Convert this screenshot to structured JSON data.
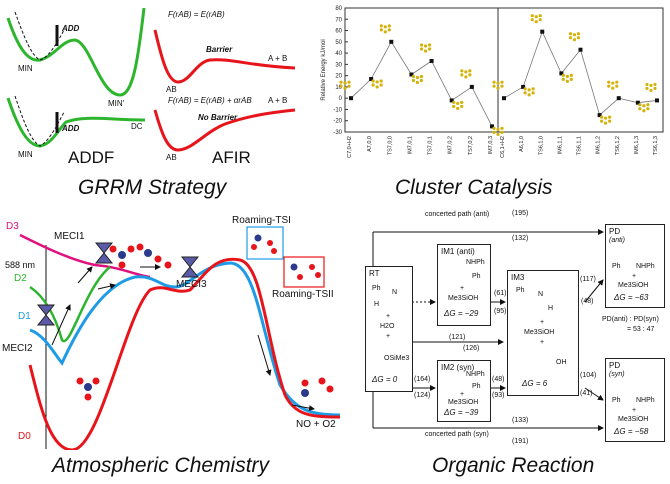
{
  "captions": {
    "grrm": "GRRM Strategy",
    "cluster": "Cluster Catalysis",
    "atmos": "Atmospheric Chemistry",
    "organic": "Organic Reaction"
  },
  "addf": {
    "title": "ADDF",
    "add": "ADD",
    "min": "MIN",
    "min_prime": "MIN'",
    "dc": "DC"
  },
  "afir": {
    "title": "AFIR",
    "eq1": "F(rAB) = E(rAB)",
    "eq2": "F(rAB) = E(rAB) + αrAB",
    "barrier": "Barrier",
    "no_barrier": "No Barrier",
    "ab": "AB",
    "a_plus_b": "A + B"
  },
  "cluster": {
    "ylabel": "Relative Energy kJ/mol",
    "yticks": [
      "80",
      "70",
      "60",
      "50",
      "40",
      "30",
      "20",
      "10",
      "0",
      "-10",
      "-20",
      "-30"
    ],
    "xticks_left": [
      "C7,0+H2",
      "A7,0,0",
      "TS7,0,0",
      "IM7,0,1",
      "TS7,0,1",
      "IM7,0,2",
      "TS7,0,2",
      "IM7,0,3"
    ],
    "xticks_right": [
      "C6,1+H2",
      "A6,1,0",
      "TS6,1,0",
      "IM6,1,1",
      "TS6,1,1",
      "IM6,1,2",
      "TS6,1,2",
      "IM6,1,3",
      "TS6,1,3"
    ]
  },
  "chart_data": {
    "type": "line",
    "ylabel": "Relative Energy kJ/mol",
    "ylim": [
      -30,
      80
    ],
    "series": [
      {
        "categories": [
          "C7,0+H2",
          "A7,0,0",
          "TS7,0,0",
          "IM7,0,1",
          "TS7,0,1",
          "IM7,0,2",
          "TS7,0,2",
          "IM7,0,3"
        ],
        "values": [
          0,
          17,
          50,
          21,
          33,
          -2,
          10,
          -25
        ]
      },
      {
        "categories": [
          "C6,1+H2",
          "A6,1,0",
          "TS6,1,0",
          "IM6,1,1",
          "TS6,1,1",
          "IM6,1,2",
          "TS6,1,2",
          "IM6,1,3",
          "TS6,1,3"
        ],
        "values": [
          0,
          10,
          59,
          22,
          43,
          -15,
          0,
          -4,
          -2
        ]
      }
    ]
  },
  "atmos": {
    "d3": "D3",
    "d2": "D2",
    "d1": "D1",
    "d0": "D0",
    "meci1": "MECI1",
    "meci2": "MECI2",
    "meci3": "MECI3",
    "nm": "588 nm",
    "roaming_tsi": "Roaming-TSI",
    "roaming_tsii": "Roaming-TSII",
    "products": "NO + O2"
  },
  "organic": {
    "concerted_anti": "concerted path (anti)",
    "concerted_syn": "concerted path (syn)",
    "e195": "(195)",
    "e132": "(132)",
    "e133": "(133)",
    "e191": "(191)",
    "e61": "(61)",
    "e95": "(95)",
    "e121": "(121)",
    "e126": "(126)",
    "e117": "(117)",
    "e48a": "(48)",
    "e164": "(164)",
    "e124": "(124)",
    "e48b": "(48)",
    "e93": "(93)",
    "e104": "(104)",
    "e41": "(41)",
    "rt": {
      "title": "RT",
      "ph": "Ph",
      "n": "N",
      "h": "H",
      "plus": "+",
      "h2o": "H2O",
      "osime3": "OSiMe3",
      "dg": "ΔG = 0"
    },
    "im1": {
      "title": "IM1 (anti)",
      "nhph": "NHPh",
      "ph": "Ph",
      "plus": "+",
      "me3sioh": "Me3SiOH",
      "dg": "ΔG = −29"
    },
    "im2": {
      "title": "IM2 (syn)",
      "nhph": "NHPh",
      "ph": "Ph",
      "plus": "+",
      "me3sioh": "Me3SiOH",
      "dg": "ΔG = −39"
    },
    "im3": {
      "title": "IM3",
      "ph": "Ph",
      "n": "N",
      "h": "H",
      "plus": "+",
      "me3sioh": "Me3SiOH",
      "oh": "OH",
      "dg": "ΔG = 6"
    },
    "pd_anti": {
      "title": "PD",
      "sub": "(anti)",
      "nhph": "NHPh",
      "ph": "Ph",
      "plus": "+",
      "me3sioh": "Me3SiOH",
      "dg": "ΔG = −63"
    },
    "pd_syn": {
      "title": "PD",
      "sub": "(syn)",
      "nhph": "NHPh",
      "ph": "Ph",
      "plus": "+",
      "me3sioh": "Me3SiOH",
      "dg": "ΔG = −58"
    },
    "ratio_label": "PD(anti) : PD(syn)",
    "ratio_value": "= 53 : 47"
  },
  "colors": {
    "green": "#2db52d",
    "red": "#e8141b",
    "blue": "#1e9be6",
    "magenta": "#e0117f",
    "navy": "#2b3a8c"
  }
}
